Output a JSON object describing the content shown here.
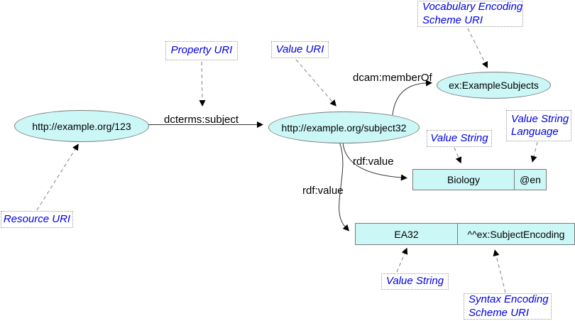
{
  "diagram": {
    "title_hint": "DCMI abstract model RDF example graph",
    "nodes": {
      "resource": {
        "label": "http://example.org/123"
      },
      "value": {
        "label": "http://example.org/subject32"
      },
      "vocab": {
        "label": "ex:ExampleSubjects"
      }
    },
    "literals": {
      "biology": {
        "value_string": "Biology",
        "language": "@en"
      },
      "ea32": {
        "value_string": "EA32",
        "encoding": "^^ex:SubjectEncoding"
      }
    },
    "edges": {
      "dcterms_subject": "dcterms:subject",
      "dcam_memberof": "dcam:memberOf",
      "rdf_value_upper": "rdf:value",
      "rdf_value_lower": "rdf:value"
    },
    "annotations": {
      "resource_uri": "Resource URI",
      "property_uri": "Property URI",
      "value_uri": "Value URI",
      "vocab_scheme_line1": "Vocabulary Encoding",
      "vocab_scheme_line2": "Scheme URI",
      "value_string_upper": "Value String",
      "value_string_language_line1": "Value String",
      "value_string_language_line2": "Language",
      "value_string_lower": "Value String",
      "syntax_scheme_line1": "Syntax Encoding",
      "syntax_scheme_line2": "Scheme URI"
    },
    "colors": {
      "node_fill": "#ccf7f7",
      "node_border": "#7b7b7b",
      "annotation_text": "#0000e0",
      "annotation_border": "#9a9a9a",
      "edge_stroke": "#333333",
      "connector_stroke": "#808080"
    }
  }
}
